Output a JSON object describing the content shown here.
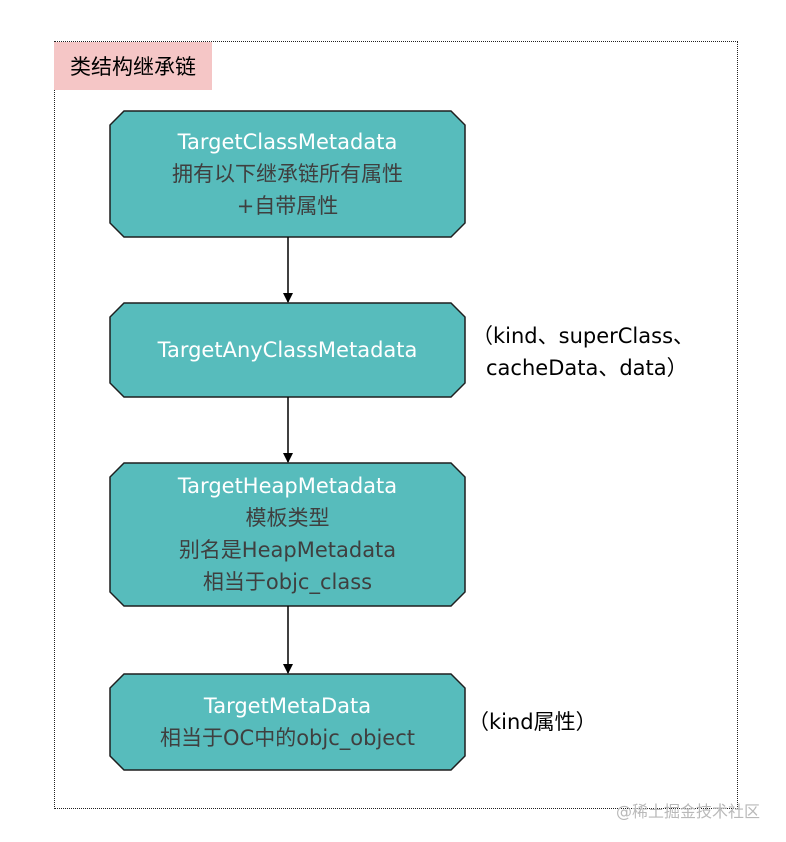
{
  "group": {
    "title": "类结构继承链"
  },
  "nodes": [
    {
      "name": "TargetClassMetadata",
      "lines": [
        "拥有以下继承链所有属性",
        "+自带属性"
      ]
    },
    {
      "name": "TargetAnyClassMetadata",
      "lines": []
    },
    {
      "name": "TargetHeapMetadata",
      "lines": [
        "模板类型",
        "别名是HeapMetadata",
        "相当于objc_class"
      ]
    },
    {
      "name": "TargetMetaData",
      "lines": [
        "相当于OC中的objc_object"
      ]
    }
  ],
  "notes": {
    "any_class_line1": "（kind、superClass、",
    "any_class_line2": "cacheData、data）",
    "meta_data": "（kind属性）"
  },
  "watermark": "@稀土掘金技术社区",
  "colors": {
    "node_fill": "#57bcbc",
    "node_stroke": "#1f1f1f",
    "badge_fill": "#f5c6c6"
  }
}
